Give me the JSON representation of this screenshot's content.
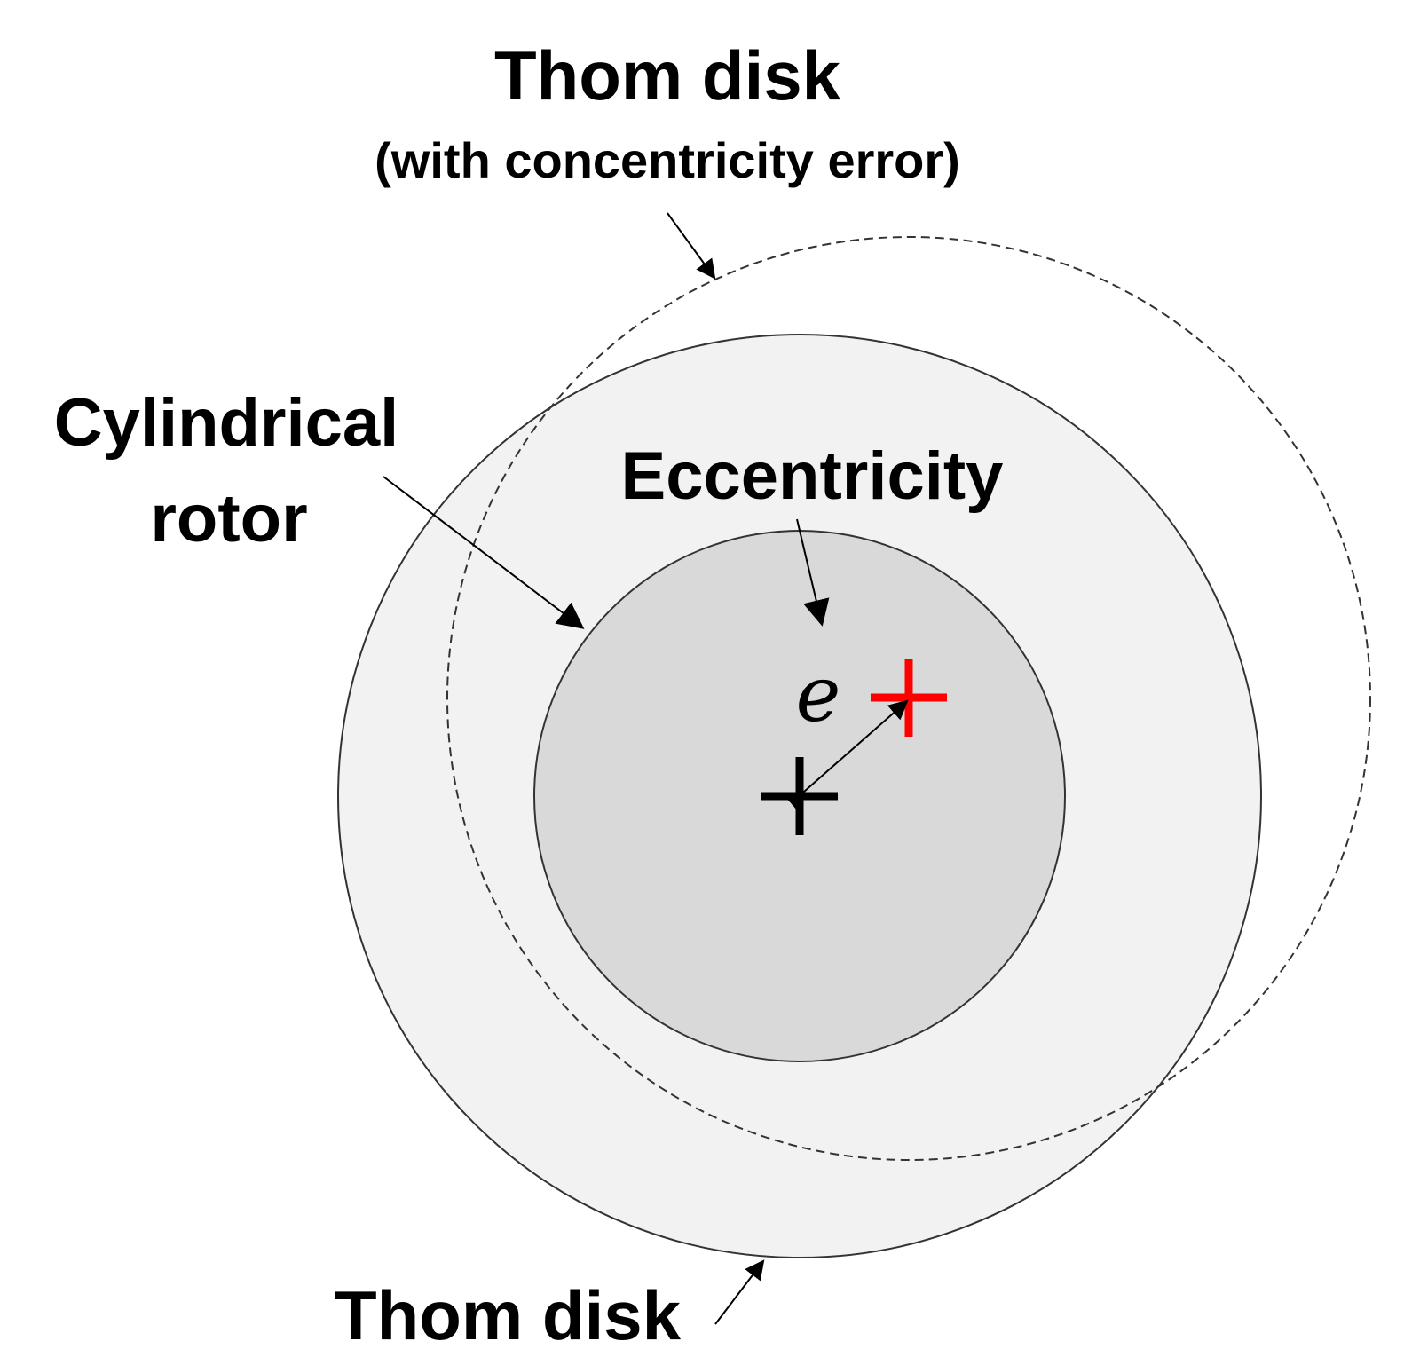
{
  "labels": {
    "thom_disk_error_title": "Thom disk",
    "thom_disk_error_subtitle": "(with concentricity error)",
    "cylindrical_rotor_line1": "Cylindrical",
    "cylindrical_rotor_line2": "rotor",
    "eccentricity": "Eccentricity",
    "eccentricity_symbol": "e",
    "thom_disk": "Thom disk"
  },
  "colors": {
    "thom_disk_fill": "#f2f2f2",
    "rotor_fill": "#d9d9d9",
    "outline": "#333333",
    "center_cross": "#000000",
    "offset_center_cross": "#ff0000"
  }
}
